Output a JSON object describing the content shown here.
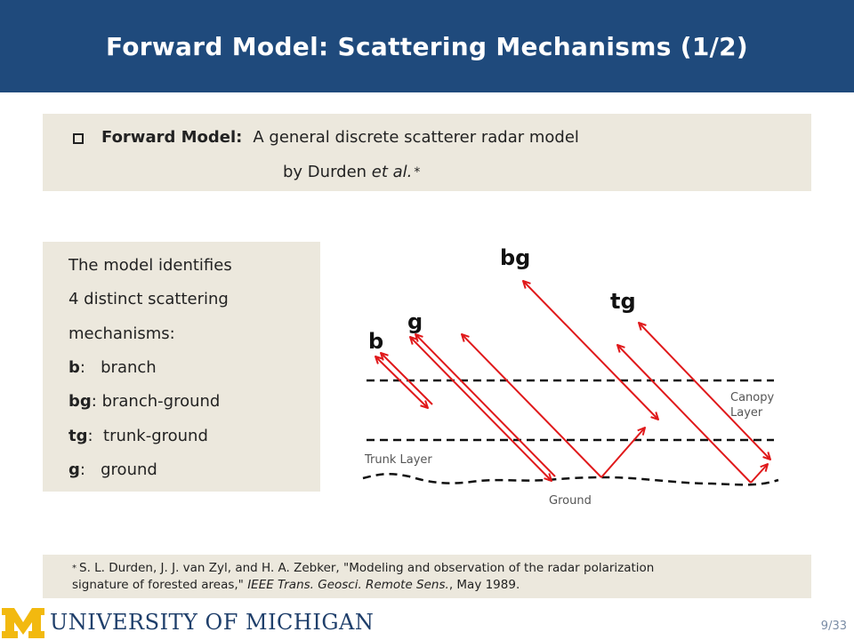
{
  "slide": {
    "title": "Forward Model: Scattering Mechanisms (1/2)",
    "page_number": "9/33"
  },
  "intro": {
    "label": "Forward Model:",
    "text_line1": "A general discrete scatterer radar model",
    "text_line2_prefix": "by Durden ",
    "text_line2_italic": "et al.",
    "footnote_mark": "*"
  },
  "mechanisms": {
    "lines": [
      "The model identifies",
      "4 distinct scattering",
      "mechanisms:"
    ],
    "items": [
      {
        "key": "b",
        "sep": ":   ",
        "label": "branch"
      },
      {
        "key": "bg",
        "sep": ": ",
        "label": "branch-ground"
      },
      {
        "key": "tg",
        "sep": ":  ",
        "label": "trunk-ground"
      },
      {
        "key": "g",
        "sep": ":   ",
        "label": "ground"
      }
    ]
  },
  "diagram": {
    "labels": {
      "b": "b",
      "g": "g",
      "bg": "bg",
      "tg": "tg"
    },
    "canopy_label_1": "Canopy",
    "canopy_label_2": "Layer",
    "trunk_label": "Trunk Layer",
    "ground_label": "Ground",
    "arrow_color": "#e0191b"
  },
  "reference": {
    "mark": "*",
    "line1": "S. L. Durden, J. J. van Zyl, and H. A. Zebker, \"Modeling and observation of the radar polarization",
    "line2_prefix": "signature of forested areas,\" ",
    "line2_italic": "IEEE Trans. Geosci. Remote Sens.",
    "line2_suffix": ", May 1989."
  },
  "footer": {
    "university": "UNIVERSITY OF MICHIGAN",
    "logo_letter": "M",
    "logo_color": "#f2b90f"
  }
}
